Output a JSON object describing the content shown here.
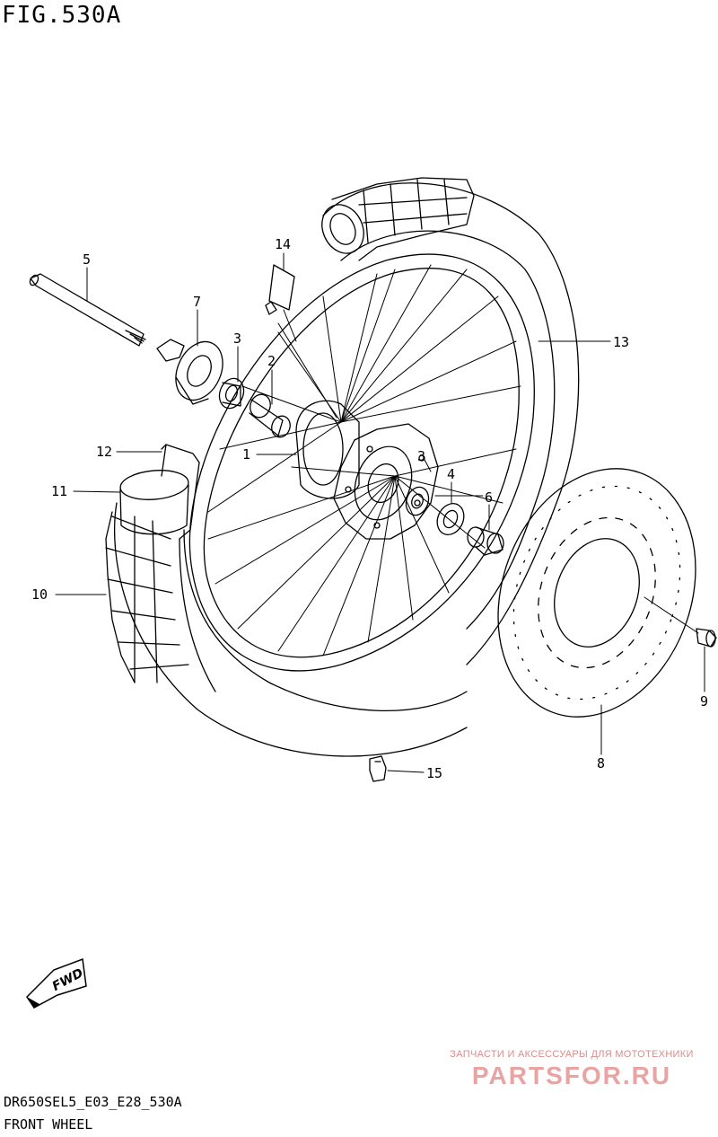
{
  "figure": {
    "title": "FIG.530A"
  },
  "callouts": [
    "1",
    "2",
    "3",
    "3",
    "4",
    "5",
    "6",
    "7",
    "8",
    "9",
    "10",
    "11",
    "12",
    "13",
    "14",
    "15"
  ],
  "fwd_label": "FWD",
  "watermark": {
    "top_text": "ЗАПЧАСТИ И АКСЕССУАРЫ ДЛЯ МОТОТЕХНИКИ",
    "brand": "PARTSFOR.RU"
  },
  "footer": {
    "code": "DR650SEL5_E03_E28_530A",
    "name": "FRONT WHEEL"
  }
}
